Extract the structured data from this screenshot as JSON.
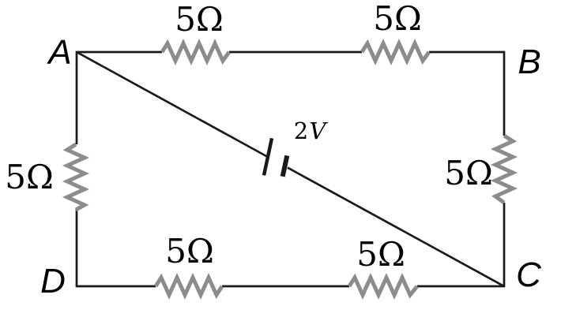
{
  "colors": {
    "background": "#ffffff",
    "wire": "#1a1a1a",
    "resistor": "#8c8c8c",
    "text": "#000000"
  },
  "nodes": {
    "A": {
      "label": "A"
    },
    "B": {
      "label": "B"
    },
    "C": {
      "label": "C"
    },
    "D": {
      "label": "D"
    }
  },
  "resistors": {
    "top_left": {
      "label": "5Ω"
    },
    "top_right": {
      "label": "5Ω"
    },
    "right": {
      "label": "5Ω"
    },
    "bottom_right": {
      "label": "5Ω"
    },
    "bottom_left": {
      "label": "5Ω"
    },
    "left": {
      "label": "5Ω"
    }
  },
  "battery": {
    "value": "2",
    "unit": "V"
  }
}
